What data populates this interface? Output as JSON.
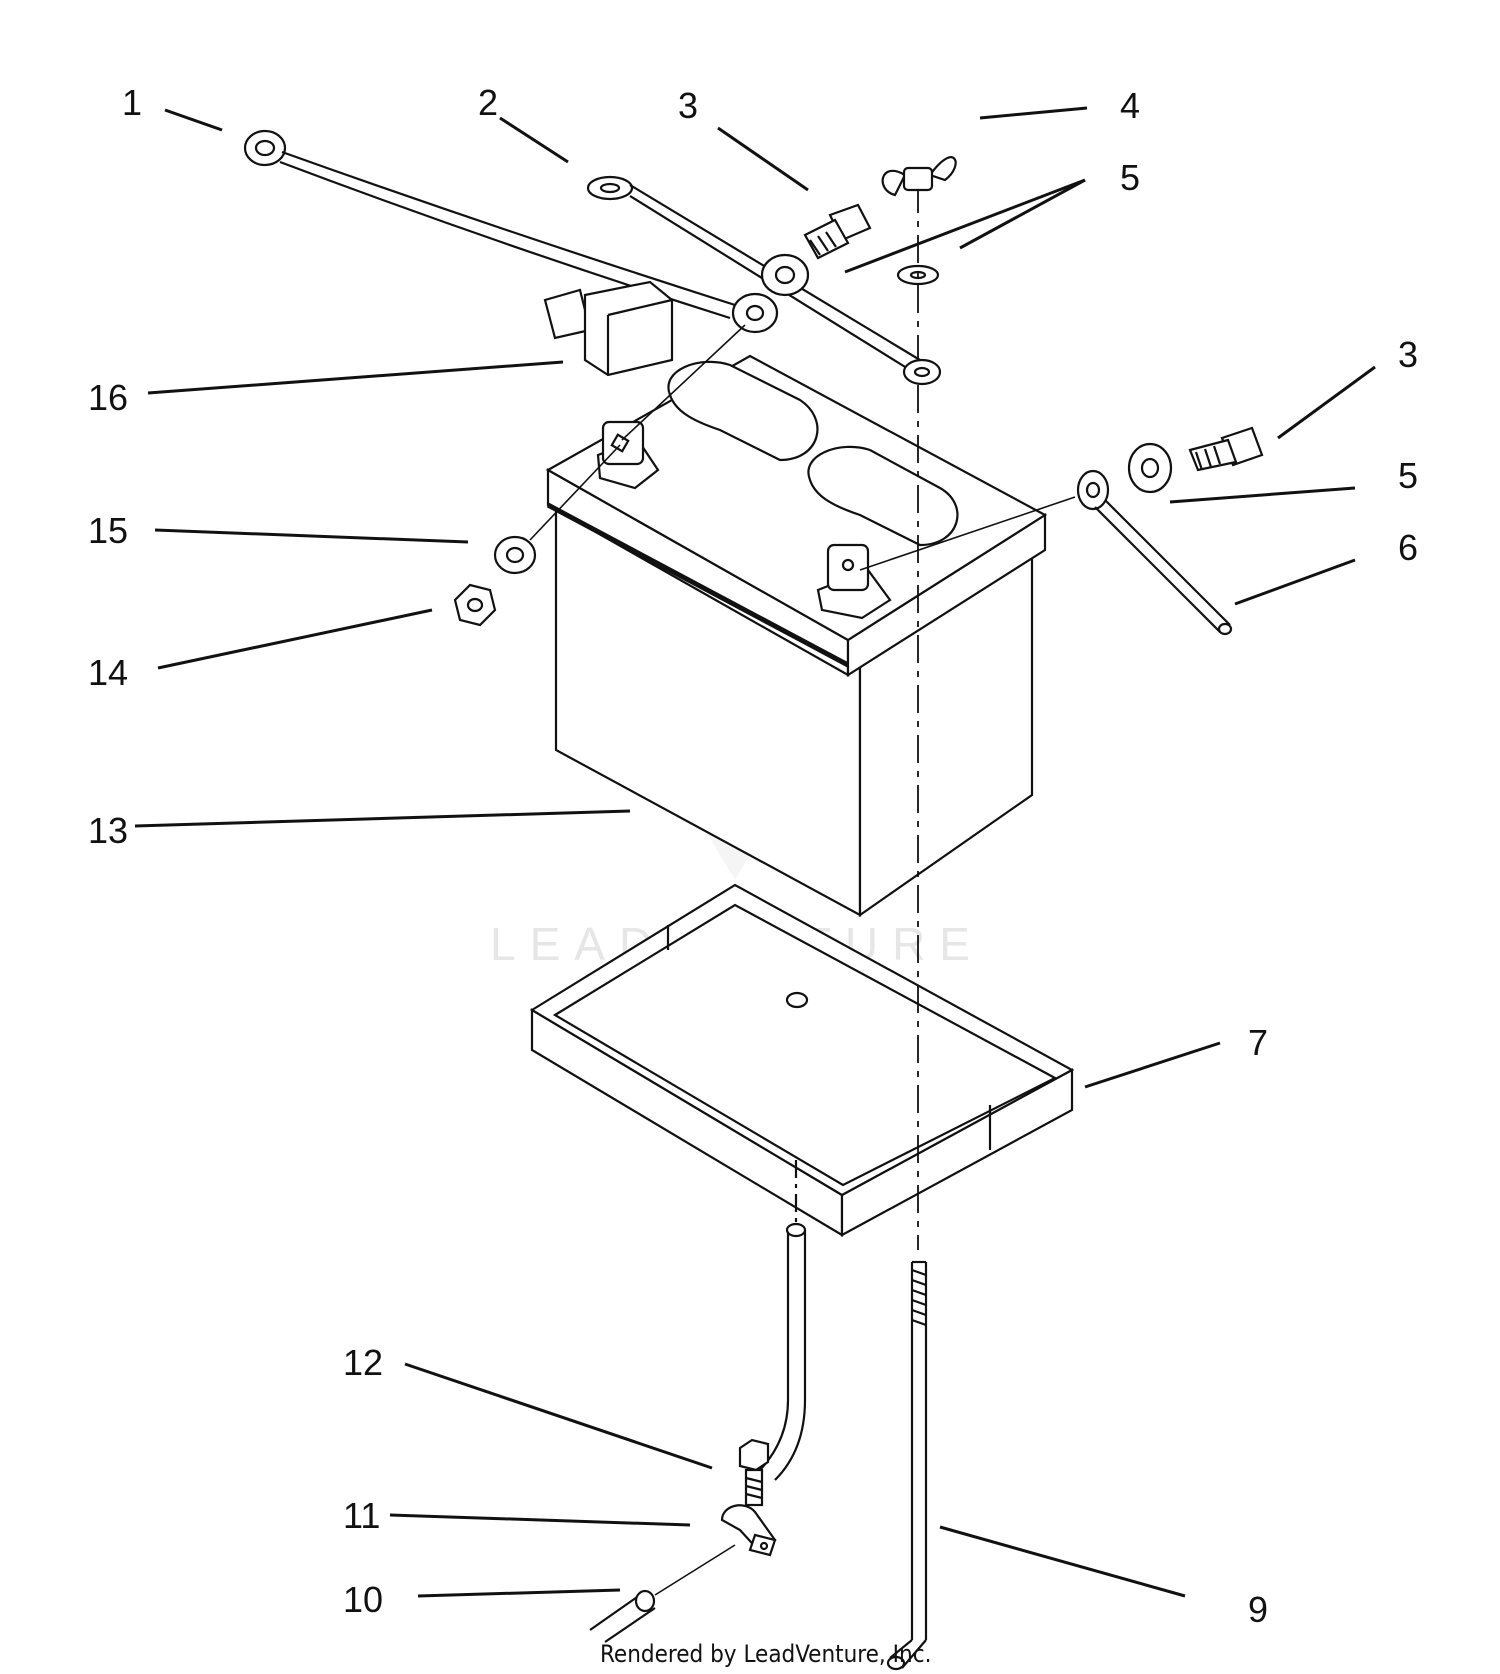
{
  "diagram": {
    "callouts": [
      {
        "id": "c1",
        "label": "1"
      },
      {
        "id": "c2",
        "label": "2"
      },
      {
        "id": "c3a",
        "label": "3"
      },
      {
        "id": "c4",
        "label": "4"
      },
      {
        "id": "c5a",
        "label": "5"
      },
      {
        "id": "c3b",
        "label": "3"
      },
      {
        "id": "c5b",
        "label": "5"
      },
      {
        "id": "c6",
        "label": "6"
      },
      {
        "id": "c16",
        "label": "16"
      },
      {
        "id": "c15",
        "label": "15"
      },
      {
        "id": "c14",
        "label": "14"
      },
      {
        "id": "c13",
        "label": "13"
      },
      {
        "id": "c7",
        "label": "7"
      },
      {
        "id": "c12",
        "label": "12"
      },
      {
        "id": "c11",
        "label": "11"
      },
      {
        "id": "c10",
        "label": "10"
      },
      {
        "id": "c9",
        "label": "9"
      }
    ],
    "watermark": "LEADVENTURE",
    "footer": "Rendered by LeadVenture, Inc."
  }
}
